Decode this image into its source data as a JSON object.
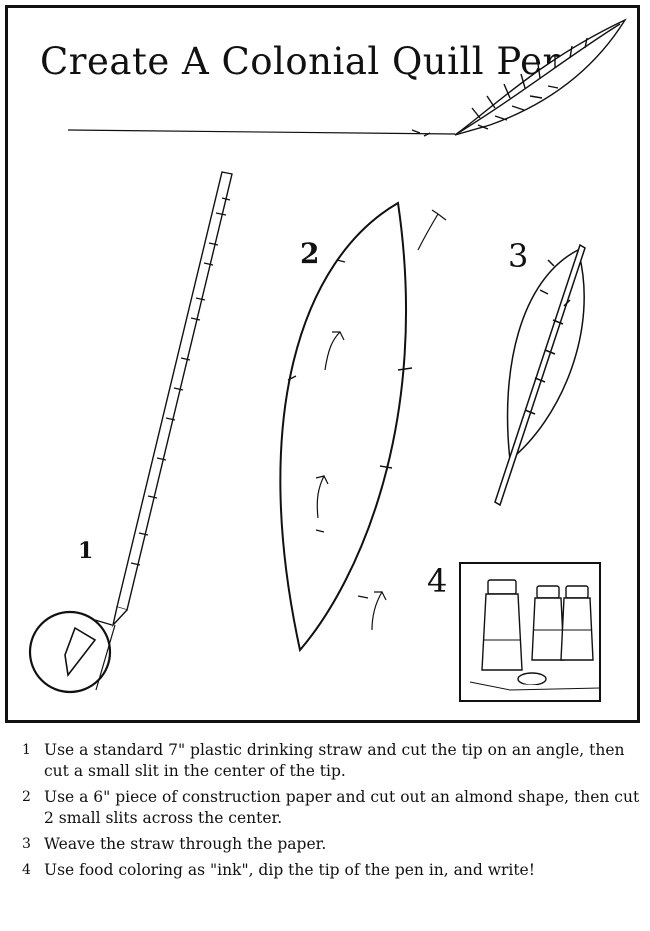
{
  "title": "Create A Colonial Quill Pen",
  "steps": [
    {
      "number": "1",
      "text": "Use a standard 7\" plastic drinking straw and cut the tip on an angle, then cut a small slit in the center of the tip."
    },
    {
      "number": "2",
      "text": "Use a 6\" piece of construction paper and cut out an almond shape, then cut 2 small slits across the center."
    },
    {
      "number": "3",
      "text": "Weave the straw through the paper."
    },
    {
      "number": "4",
      "text": "Use food coloring as \"ink\", dip the tip of the pen in, and write!"
    }
  ],
  "diagram_labels": {
    "one": "1",
    "two": "2",
    "three": "3",
    "four": "4"
  }
}
